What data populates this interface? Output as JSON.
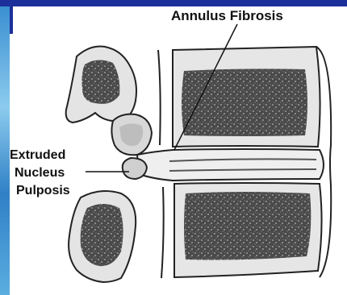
{
  "labels": {
    "annulus_fibrosis": "Annulus Fibrosis",
    "extruded_nucleus_line1": "Extruded",
    "extruded_nucleus_line2": "Nucleus",
    "extruded_nucleus_line3": "Pulposis"
  },
  "colors": {
    "top_bar": "#1c2f9a",
    "left_strip_light": "#7ec3ea",
    "left_strip_dark": "#1a5fa0",
    "bone_outline": "#222222",
    "cortex_fill": "#e4e4e4",
    "marrow_fill": "#3a3a3a",
    "background": "#ffffff"
  }
}
